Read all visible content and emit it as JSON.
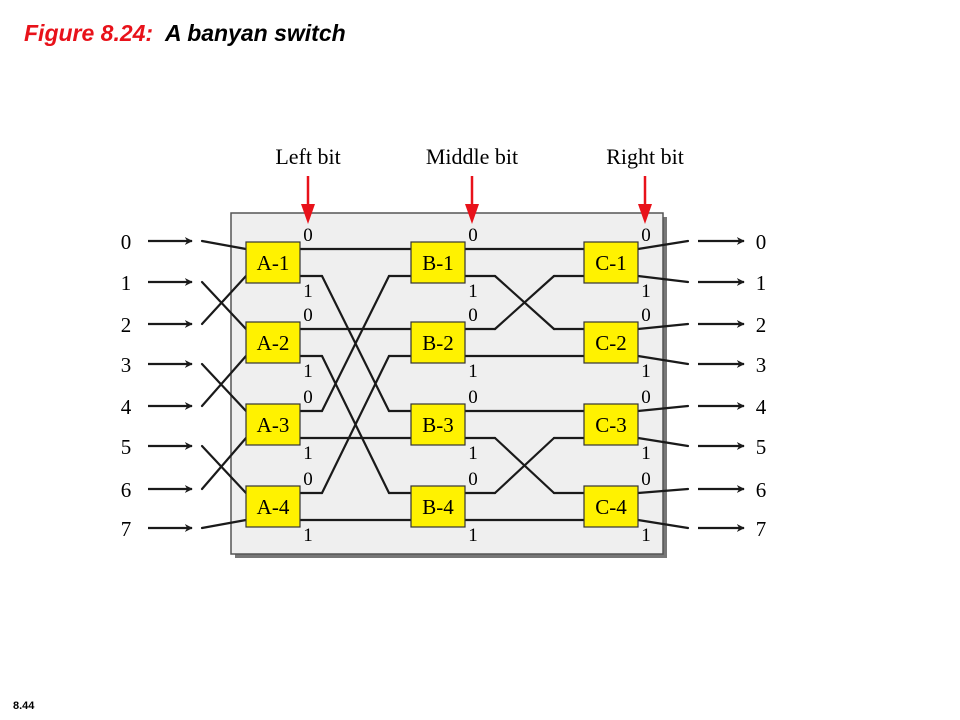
{
  "title": {
    "label": "Figure 8.24:",
    "text": "A banyan switch"
  },
  "page_number": "8.44",
  "bit_labels": [
    "Left bit",
    "Middle bit",
    "Right bit"
  ],
  "inputs": [
    "0",
    "1",
    "2",
    "3",
    "4",
    "5",
    "6",
    "7"
  ],
  "outputs": [
    "0",
    "1",
    "2",
    "3",
    "4",
    "5",
    "6",
    "7"
  ],
  "stages": [
    [
      "A-1",
      "A-2",
      "A-3",
      "A-4"
    ],
    [
      "B-1",
      "B-2",
      "B-3",
      "B-4"
    ],
    [
      "C-1",
      "C-2",
      "C-3",
      "C-4"
    ]
  ],
  "port_labels": [
    "0",
    "1"
  ],
  "colors": {
    "box_fill": "#fff200",
    "title_label": "#e8121a",
    "arrow": "#e8121a",
    "line": "#1a1a1a"
  }
}
